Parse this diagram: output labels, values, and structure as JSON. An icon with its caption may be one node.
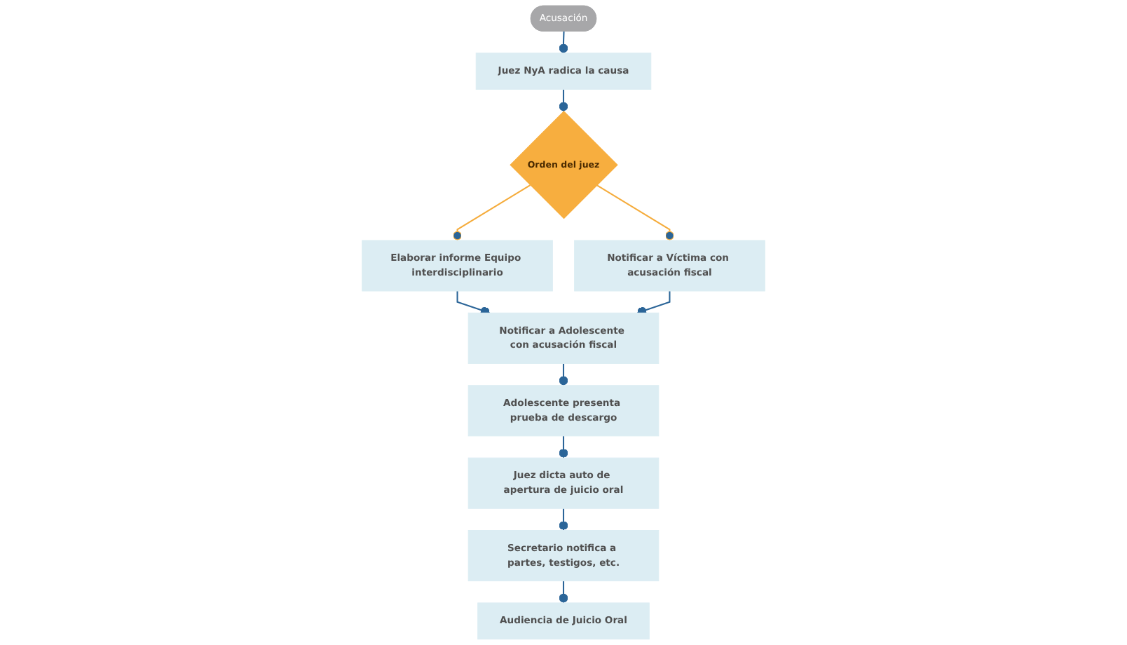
{
  "diagram": {
    "nodes": [
      {
        "text": [
          "Acusación"
        ]
      },
      {
        "text": [
          "Juez NyA radica la causa"
        ]
      },
      {
        "text": [
          "Orden del juez"
        ]
      },
      {
        "text": [
          "Elaborar informe Equipo interdisciplinario"
        ]
      },
      {
        "text": [
          "Notificar a Víctima con acusación fiscal"
        ]
      },
      {
        "text": [
          "Notificar a Adolescente con acusación fiscal"
        ]
      },
      {
        "text": [
          "Adolescente presenta prueba de descargo"
        ]
      },
      {
        "text": [
          "Secretario notifica a partes, testigos, etc."
        ]
      },
      {
        "text": [
          "Juez dicta auto de apertura de juicio oral"
        ]
      },
      {
        "text": [
          "Audiencia de Juicio Oral"
        ]
      }
    ],
    "edges": [
      {
        "from": 0,
        "to": 1,
        "arrow": "other"
      },
      {
        "from": 1,
        "to": 2,
        "arrow": "other"
      },
      {
        "from": 2,
        "to": 3,
        "arrow": "other",
        "color": "#f5ac3c"
      },
      {
        "from": 2,
        "to": 4,
        "arrow": "other",
        "color": "#f5ac3c"
      },
      {
        "from": 3,
        "to": 5,
        "arrow": "other"
      },
      {
        "from": 4,
        "to": 5,
        "arrow": "other"
      },
      {
        "from": 5,
        "to": 6,
        "arrow": "other"
      },
      {
        "from": 6,
        "to": 8,
        "arrow": "other"
      },
      {
        "from": 8,
        "to": 7,
        "arrow": "other"
      },
      {
        "from": 7,
        "to": 9,
        "arrow": "other"
      }
    ]
  }
}
